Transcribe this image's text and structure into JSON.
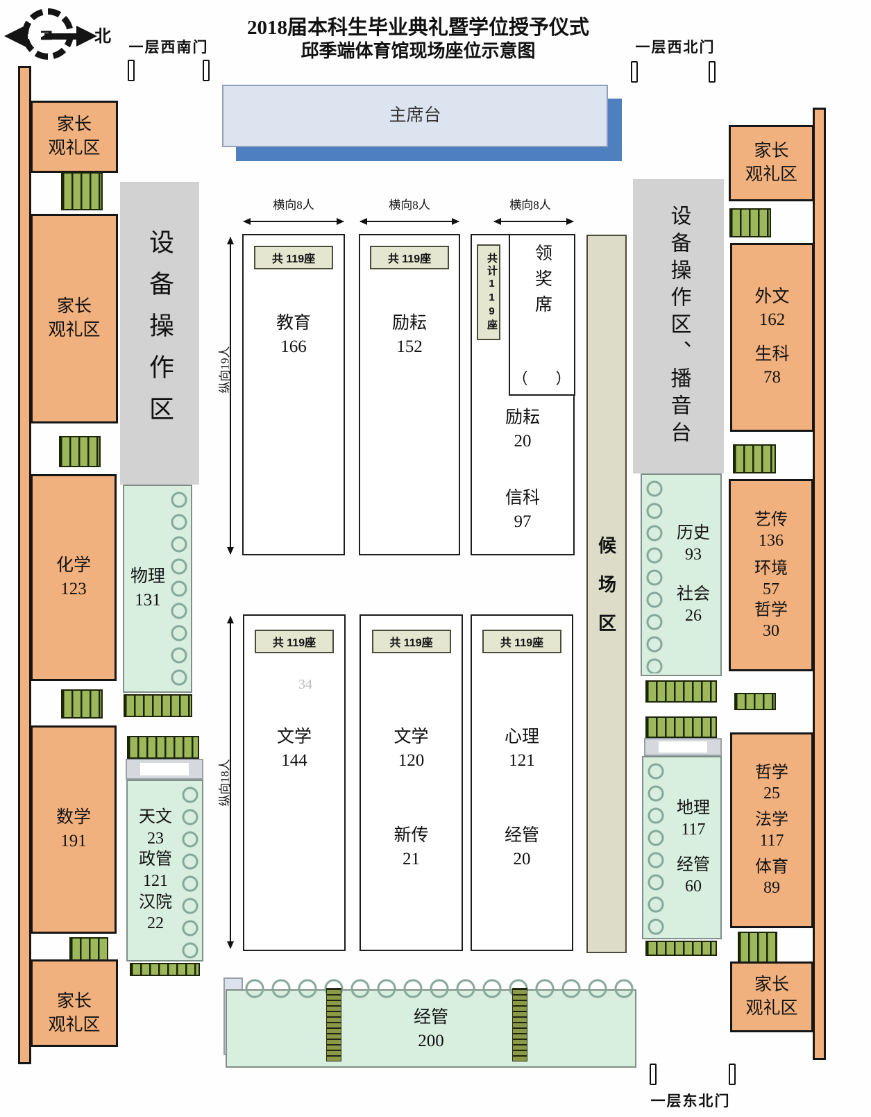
{
  "title": {
    "line1": "2018届本科生毕业典礼暨学位授予仪式",
    "line2": "邱季端体育馆现场座位示意图"
  },
  "compass": {
    "letter": "N",
    "north_label": "北"
  },
  "doors": {
    "southwest": "一层西南门",
    "northwest": "一层西北门",
    "northeast": "一层东北门"
  },
  "stage": {
    "label": "主席台"
  },
  "ops": {
    "left": "设备操作区",
    "right": "设备操作区、播音台"
  },
  "waiting_area": {
    "label": "候场区"
  },
  "dimensions": {
    "horizontal": "横向8人",
    "vertical_top": "纵向19人",
    "vertical_bottom": "纵向18人"
  },
  "badge": {
    "total": "共 119座",
    "total_vertical": "共计119座"
  },
  "award": {
    "label": "领奖席",
    "paren_open": "（",
    "paren_close": "）"
  },
  "watermark": "34",
  "parents": {
    "line1": "家长",
    "line2": "观礼区"
  },
  "zones": {
    "chemistry": {
      "name": "化学",
      "count": "123"
    },
    "math": {
      "name": "数学",
      "count": "191"
    },
    "physics": {
      "name": "物理",
      "count": "131"
    },
    "astronomy": {
      "name": "天文",
      "count": "23"
    },
    "politics": {
      "name": "政管",
      "count": "121"
    },
    "hanyuan": {
      "name": "汉院",
      "count": "22"
    },
    "education": {
      "name": "教育",
      "count": "166"
    },
    "liyun": {
      "name": "励耘",
      "count": "152"
    },
    "liyun2": {
      "name": "励耘",
      "count": "20"
    },
    "xinke": {
      "name": "信科",
      "count": "97"
    },
    "literature1": {
      "name": "文学",
      "count": "144"
    },
    "literature2": {
      "name": "文学",
      "count": "120"
    },
    "xinchuan": {
      "name": "新传",
      "count": "21"
    },
    "psychology": {
      "name": "心理",
      "count": "121"
    },
    "jg_small": {
      "name": "经管",
      "count": "20"
    },
    "history": {
      "name": "历史",
      "count": "93"
    },
    "sociology": {
      "name": "社会",
      "count": "26"
    },
    "geography": {
      "name": "地理",
      "count": "117"
    },
    "jg_mid": {
      "name": "经管",
      "count": "60"
    },
    "jg_big": {
      "name": "经管",
      "count": "200"
    },
    "foreign": {
      "name": "外文",
      "count": "162"
    },
    "bioscience": {
      "name": "生科",
      "count": "78"
    },
    "arts": {
      "name": "艺传",
      "count": "136"
    },
    "environment": {
      "name": "环境",
      "count": "57"
    },
    "philosophy1": {
      "name": "哲学",
      "count": "30"
    },
    "philosophy2": {
      "name": "哲学",
      "count": "25"
    },
    "law": {
      "name": "法学",
      "count": "117"
    },
    "sports": {
      "name": "体育",
      "count": "89"
    }
  },
  "colors": {
    "orange": "#f1b17e",
    "seat_green": "#d8eede",
    "stairs_green": "#9cb85a",
    "beige": "#dcdcc8",
    "stage_fill": "#dce4f0",
    "stage_shadow": "#4e7fbf",
    "gray_ops": "#d2d2d2"
  }
}
